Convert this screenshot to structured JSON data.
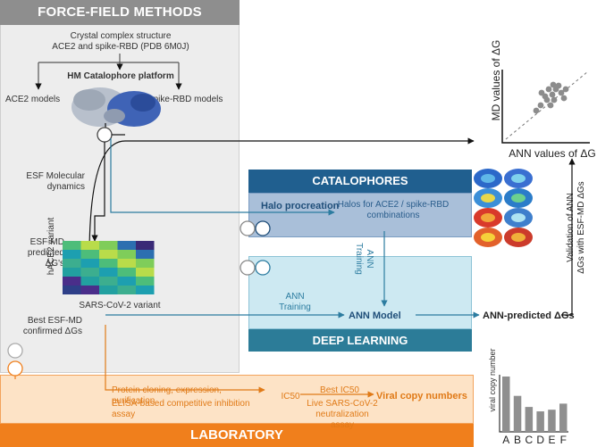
{
  "force_field": {
    "header": "FORCE-FIELD METHODS",
    "crystal_line1": "Crystal complex structure",
    "crystal_line2": "ACE2 and spike-RBD (PDB 6M0J)",
    "platform": "HM Catalophore platform",
    "ace2_models": "ACE2 models",
    "rbd_models": "spike-RBD models",
    "esf_md_line1": "ESF Molecular",
    "esf_md_line2": "dynamics",
    "predicted_line1": "ESF-MD",
    "predicted_line2": "predicted ΔG's",
    "heatmap_ylabel": "hACE2 variant",
    "heatmap_xlabel": "SARS-CoV-2 variant",
    "confirmed_line1": "Best ESF-MD",
    "confirmed_line2": "confirmed ΔGs"
  },
  "scatter": {
    "ylabel": "MD values of ΔG",
    "xlabel": "ANN values of ΔG"
  },
  "validation": {
    "line1": "Validation of ANN",
    "line2": "ΔGs with ESF-MD ΔGs"
  },
  "catalophores": {
    "header": "CATALOPHORES",
    "halo_procreation": "Halo procreation",
    "halos_line1": "Halos for ACE2 / spike-RBD",
    "halos_line2": "combinations"
  },
  "deep_learning": {
    "ann_training_vertical_1": "ANN",
    "ann_training_vertical_2": "Training",
    "ann_training_1": "ANN",
    "ann_training_2": "Training",
    "ann_model": "ANN Model",
    "ann_predicted": "ANN-predicted ΔGs",
    "footer": "DEEP LEARNING"
  },
  "laboratory": {
    "protein_cloning": "Protein cloning, expression, purification",
    "elisa": "ELISA-based competitive inhibition assay",
    "ic50": "IC50",
    "best_ic50": "Best IC50",
    "live_line1": "Live SARS-CoV-2",
    "live_line2": "neutralization assay",
    "viral_copy_numbers": "Viral copy numbers",
    "footer": "LABORATORY"
  },
  "bar_chart": {
    "ylabel": "viral copy number",
    "categories": [
      "A",
      "B",
      "C",
      "D",
      "E",
      "F"
    ]
  },
  "chart_data": {
    "type": "bar",
    "categories": [
      "A",
      "B",
      "C",
      "D",
      "E",
      "F"
    ],
    "values": [
      10,
      6.5,
      4.5,
      3.7,
      4.0,
      5.1
    ],
    "ylabel": "viral copy number",
    "xlabel": "",
    "title": ""
  },
  "colors": {
    "gray_header": "#8e8e8e",
    "blue_dark": "#205f8f",
    "teal": "#2c7c98",
    "orange": "#f07f1c",
    "lab_text": "#e07a17",
    "blue_text": "#2c7ca0"
  }
}
